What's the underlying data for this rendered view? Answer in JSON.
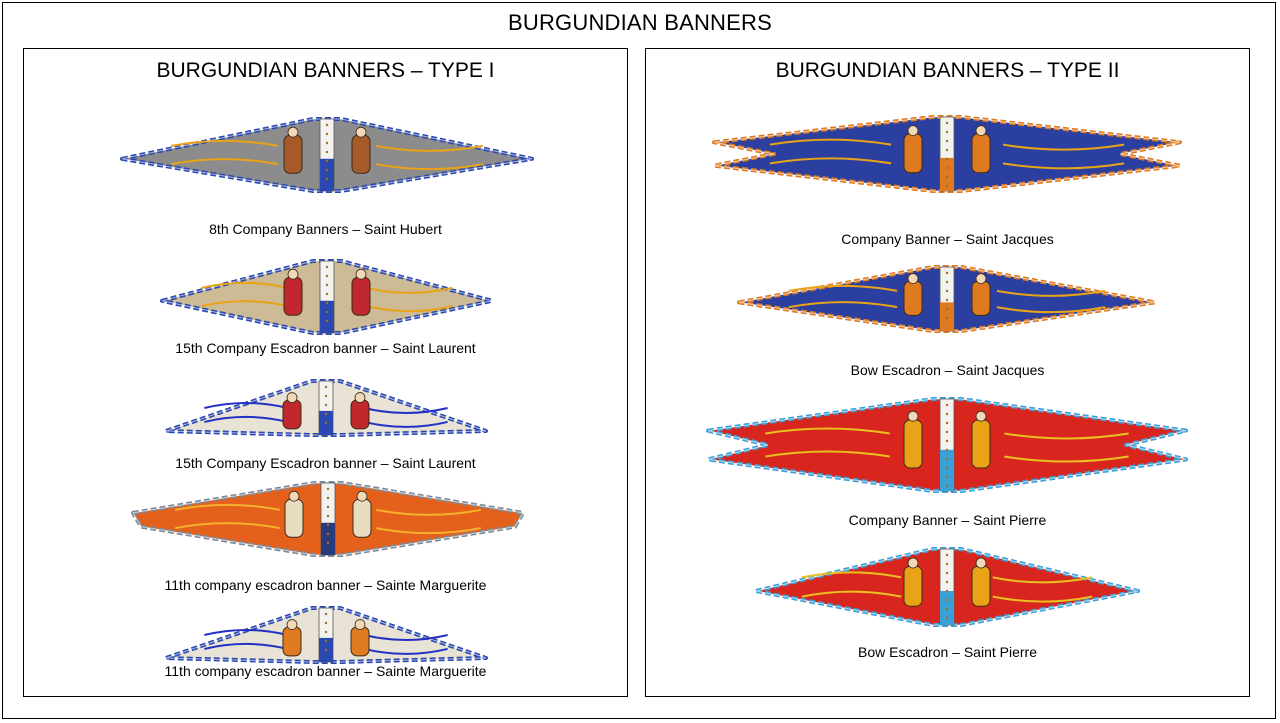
{
  "title": "BURGUNDIAN BANNERS",
  "type1": {
    "title": "BURGUNDIAN BANNERS – TYPE I",
    "banners": [
      {
        "caption": "8th Company Banners – Saint Hubert",
        "field": "#8c8c8c",
        "border": "#2a48b0",
        "accent": "#e8a317",
        "saint": "#a65a2a"
      },
      {
        "caption": "15th Company Escadron banner – Saint Laurent",
        "field": "#cdbb96",
        "border": "#2a48b0",
        "accent": "#e8a317",
        "saint": "#c0282d"
      },
      {
        "caption": "15th Company Escadron banner – Saint Laurent",
        "field": "#e9e3d6",
        "border": "#2a48b0",
        "accent": "#2330c4",
        "saint": "#c0282d"
      },
      {
        "caption": "11th company escadron banner – Sainte Marguerite",
        "field": "#e5611b",
        "border": "#7a8a9a",
        "accent": "#f4b12c",
        "saint": "#e8dcc0"
      },
      {
        "caption": "11th company escadron banner – Sainte Marguerite",
        "field": "#e9e3d6",
        "border": "#2a48b0",
        "accent": "#2330c4",
        "saint": "#e07a20"
      }
    ]
  },
  "type2": {
    "title": "BURGUNDIAN BANNERS – TYPE II",
    "banners": [
      {
        "caption": "Company Banner – Saint Jacques",
        "field": "#2a3fa0",
        "border": "#e07a20",
        "accent": "#e8a317",
        "saint": "#e07a20"
      },
      {
        "caption": "Bow Escadron – Saint Jacques",
        "field": "#2a3fa0",
        "border": "#e07a20",
        "accent": "#e8a317",
        "saint": "#e07a20"
      },
      {
        "caption": "Company Banner – Saint Pierre",
        "field": "#d8261e",
        "border": "#3aa0d8",
        "accent": "#e8c020",
        "saint": "#e8a317"
      },
      {
        "caption": "Bow Escadron – Saint Pierre",
        "field": "#d8261e",
        "border": "#3aa0d8",
        "accent": "#e8c020",
        "saint": "#e8a317"
      }
    ]
  }
}
